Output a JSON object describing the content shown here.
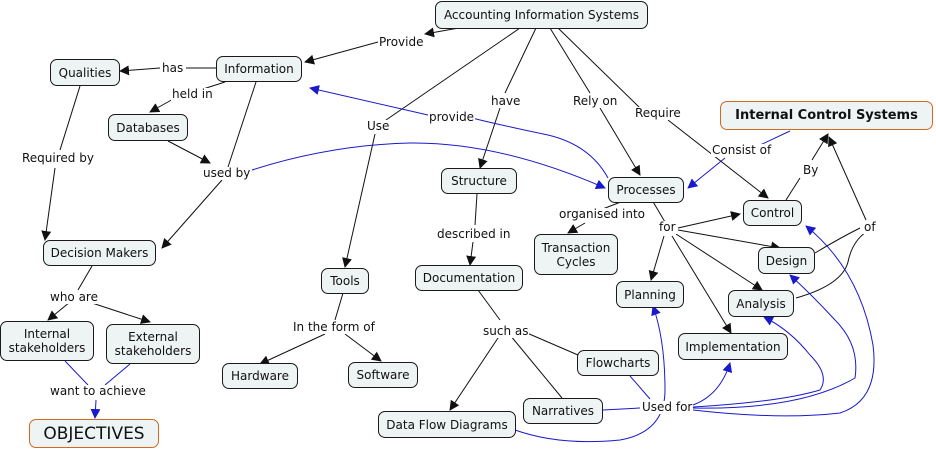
{
  "concepts": {
    "ais": "Accounting Information Systems",
    "information": "Information",
    "qualities": "Qualities",
    "databases": "Databases",
    "decision_makers": "Decision Makers",
    "internal_stakeholders": "Internal\nstakeholders",
    "external_stakeholders": "External\nstakeholders",
    "objectives": "OBJECTIVES",
    "tools": "Tools",
    "hardware": "Hardware",
    "software": "Software",
    "structure": "Structure",
    "documentation": "Documentation",
    "data_flow_diagrams": "Data Flow Diagrams",
    "narratives": "Narratives",
    "flowcharts": "Flowcharts",
    "processes": "Processes",
    "transaction_cycles": "Transaction\nCycles",
    "planning": "Planning",
    "implementation": "Implementation",
    "analysis": "Analysis",
    "design": "Design",
    "control": "Control",
    "internal_control_systems": "Internal Control Systems"
  },
  "linking_phrases": {
    "provide_upper": "Provide",
    "has": "has",
    "held_in": "held in",
    "used_by": "used by",
    "required_by": "Required by",
    "who_are": "who are",
    "want_to_achieve": "want to achieve",
    "use": "Use",
    "provide_lower": "provide",
    "have": "have",
    "rely_on": "Rely on",
    "require": "Require",
    "consist_of": "Consist of",
    "by": "By",
    "of": "of",
    "in_the_form_of": "In the form of",
    "described_in": "described in",
    "organised_into": "organised into",
    "for": "for",
    "such_as": "such as",
    "used_for": "Used for"
  },
  "colors": {
    "line": "#111111",
    "cross_link": "#1a1acc",
    "node_fill": "#eef3f4",
    "highlight_border": "#d2691e"
  }
}
